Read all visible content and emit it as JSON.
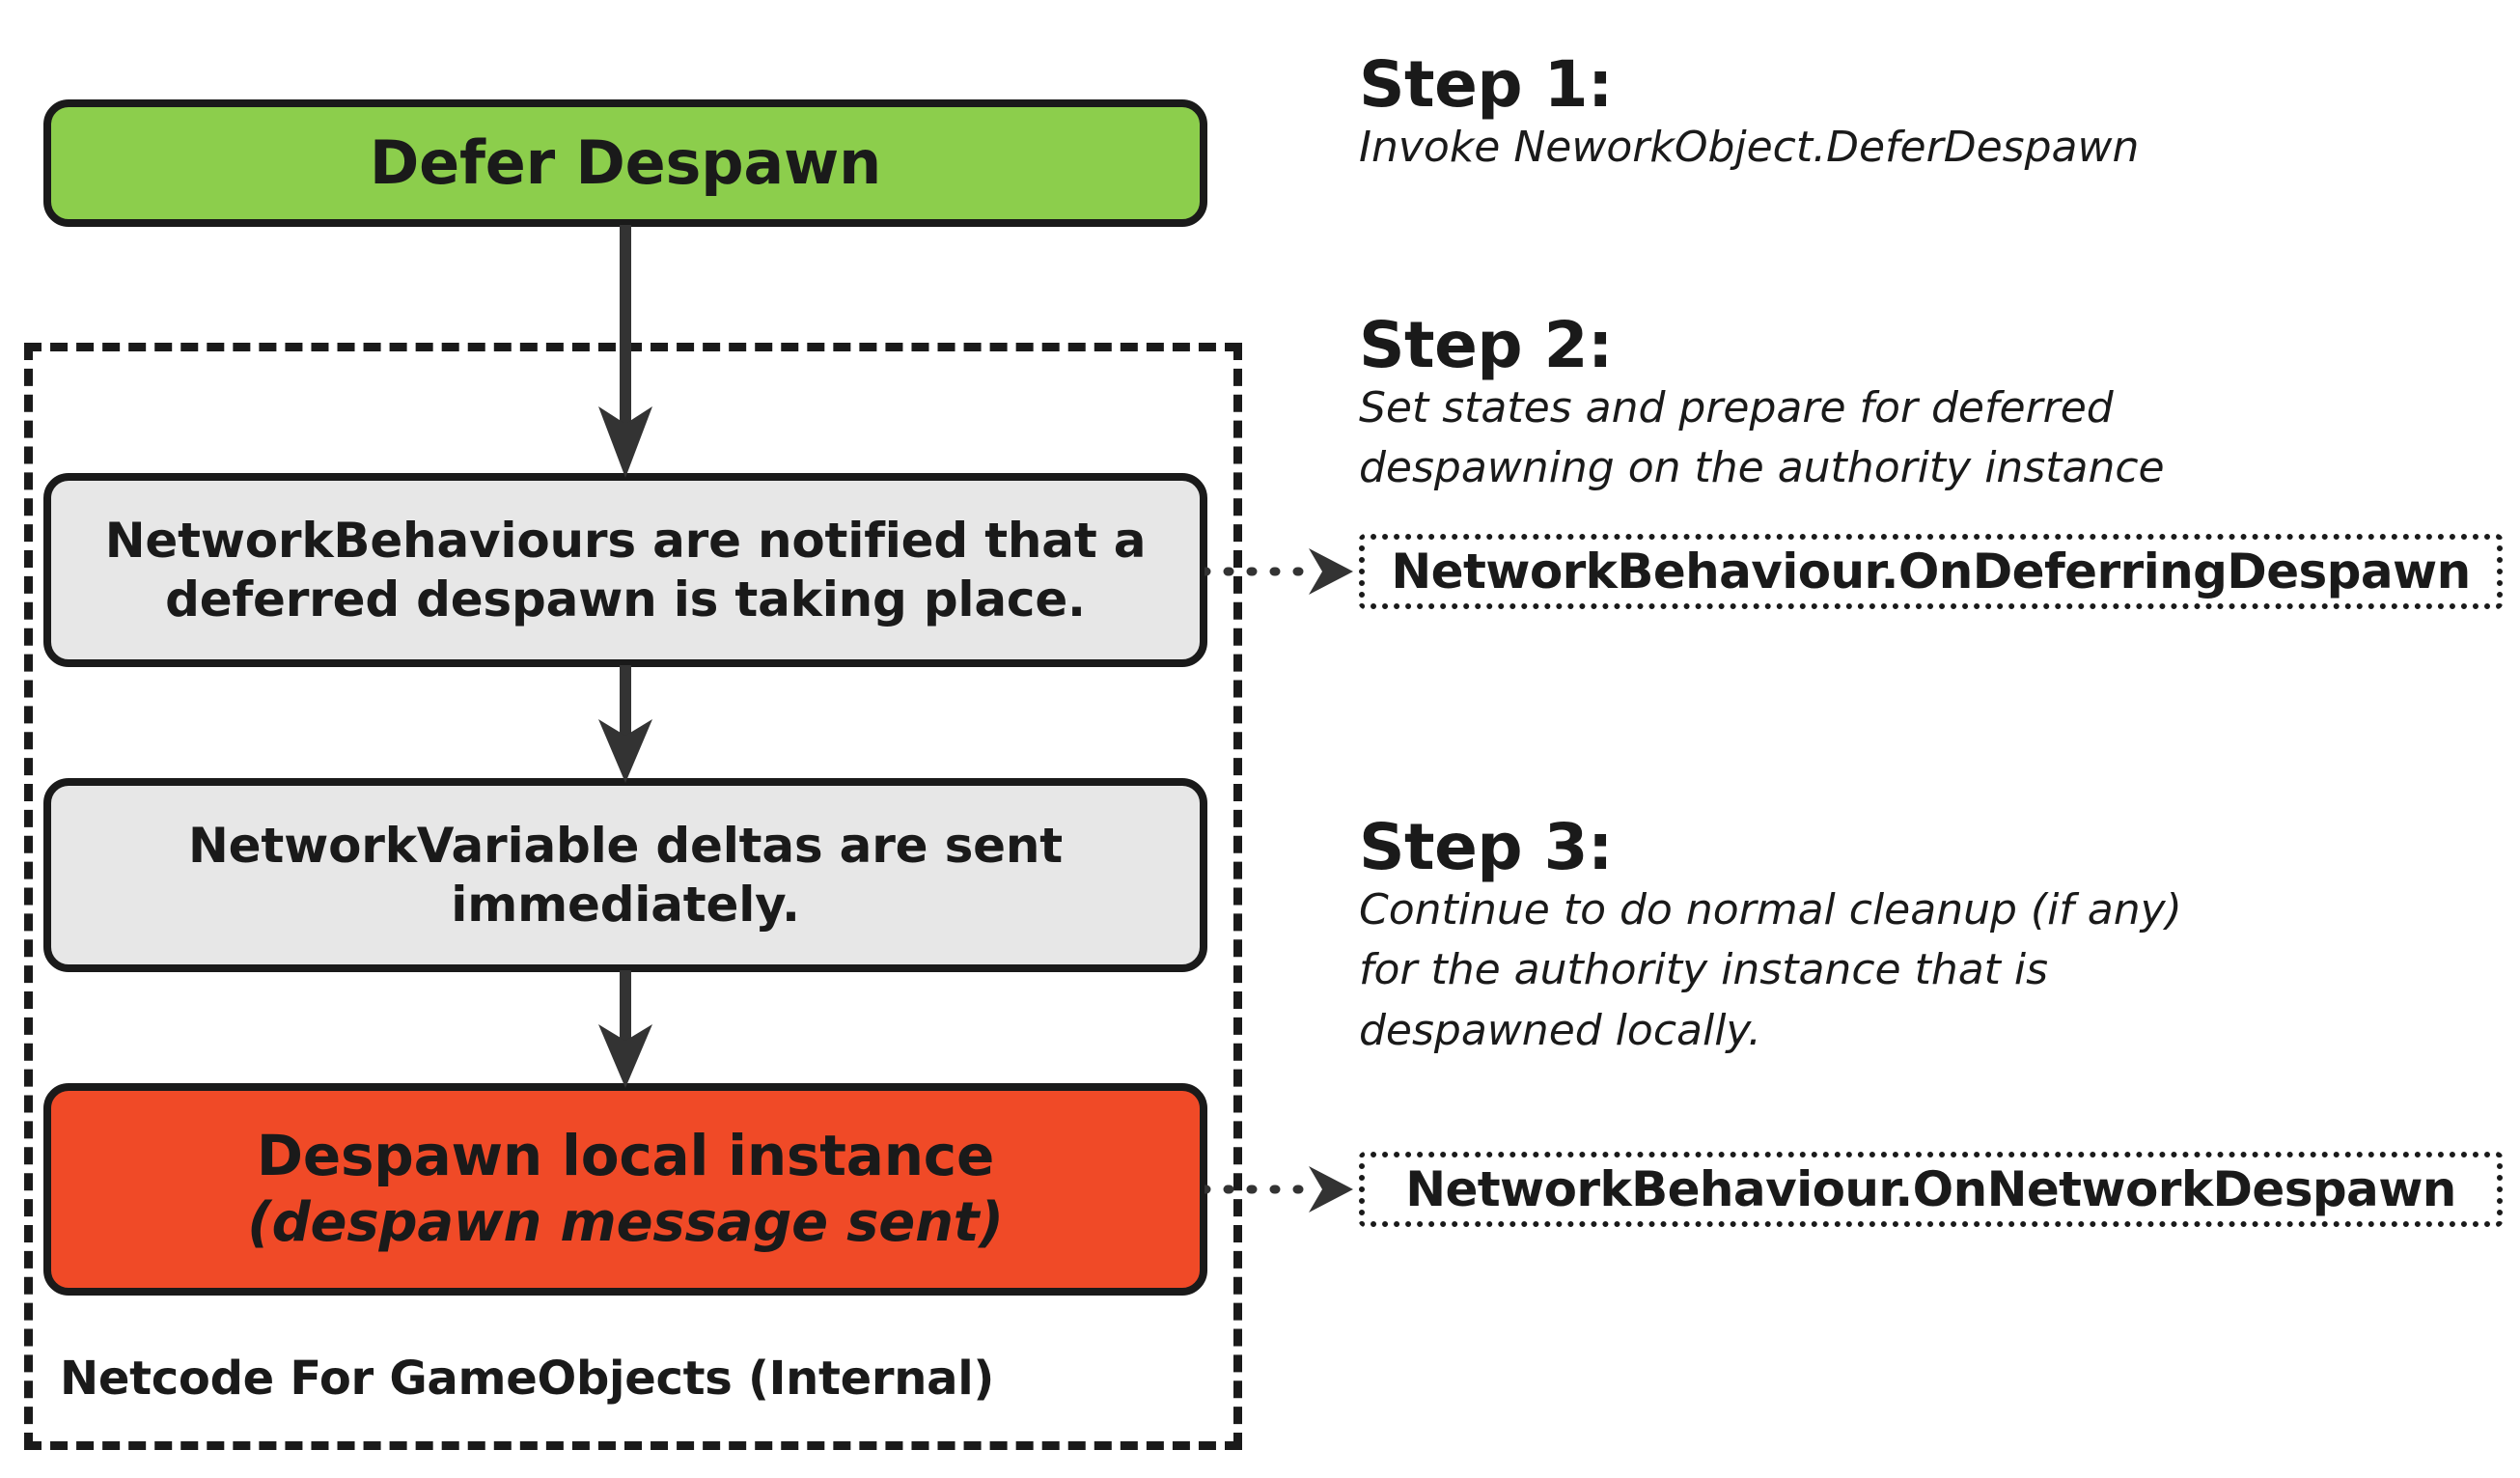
{
  "diagram": {
    "title_note": "Defer Despawn flow for Netcode For GameObjects",
    "colors": {
      "green": "#8CCE4C",
      "red": "#F04A27",
      "gray": "#E7E7E7",
      "outline": "#1A1A1A",
      "arrow": "#333333",
      "background": "#FFFFFF"
    }
  },
  "flow": {
    "boundary_label": "Netcode For GameObjects (Internal)",
    "nodes": [
      {
        "id": "defer-despawn",
        "color_name": "green",
        "lines": [
          "Defer Despawn"
        ]
      },
      {
        "id": "notify-behaviours",
        "color_name": "gray",
        "lines": [
          "NetworkBehaviours are notified that a",
          "deferred despawn is taking place."
        ]
      },
      {
        "id": "netvar-deltas",
        "color_name": "gray",
        "lines": [
          "NetworkVariable deltas are sent",
          "immediately."
        ]
      },
      {
        "id": "despawn-local",
        "color_name": "red",
        "lines": [
          "Despawn local instance"
        ],
        "italic_line": "(despawn message sent)"
      }
    ]
  },
  "steps": [
    {
      "title": "Step 1:",
      "lines": [
        "Invoke NeworkObject.DeferDespawn"
      ]
    },
    {
      "title": "Step 2:",
      "lines": [
        "Set states and prepare for deferred",
        "despawning on the authority instance"
      ]
    },
    {
      "title": "Step 3:",
      "lines": [
        "Continue to do normal cleanup (if any)",
        "for the authority instance that is",
        "despawned locally."
      ]
    }
  ],
  "api_callouts": [
    {
      "id": "deferring",
      "text": "NetworkBehaviour.OnDeferringDespawn"
    },
    {
      "id": "network",
      "text": "NetworkBehaviour.OnNetworkDespawn"
    }
  ]
}
